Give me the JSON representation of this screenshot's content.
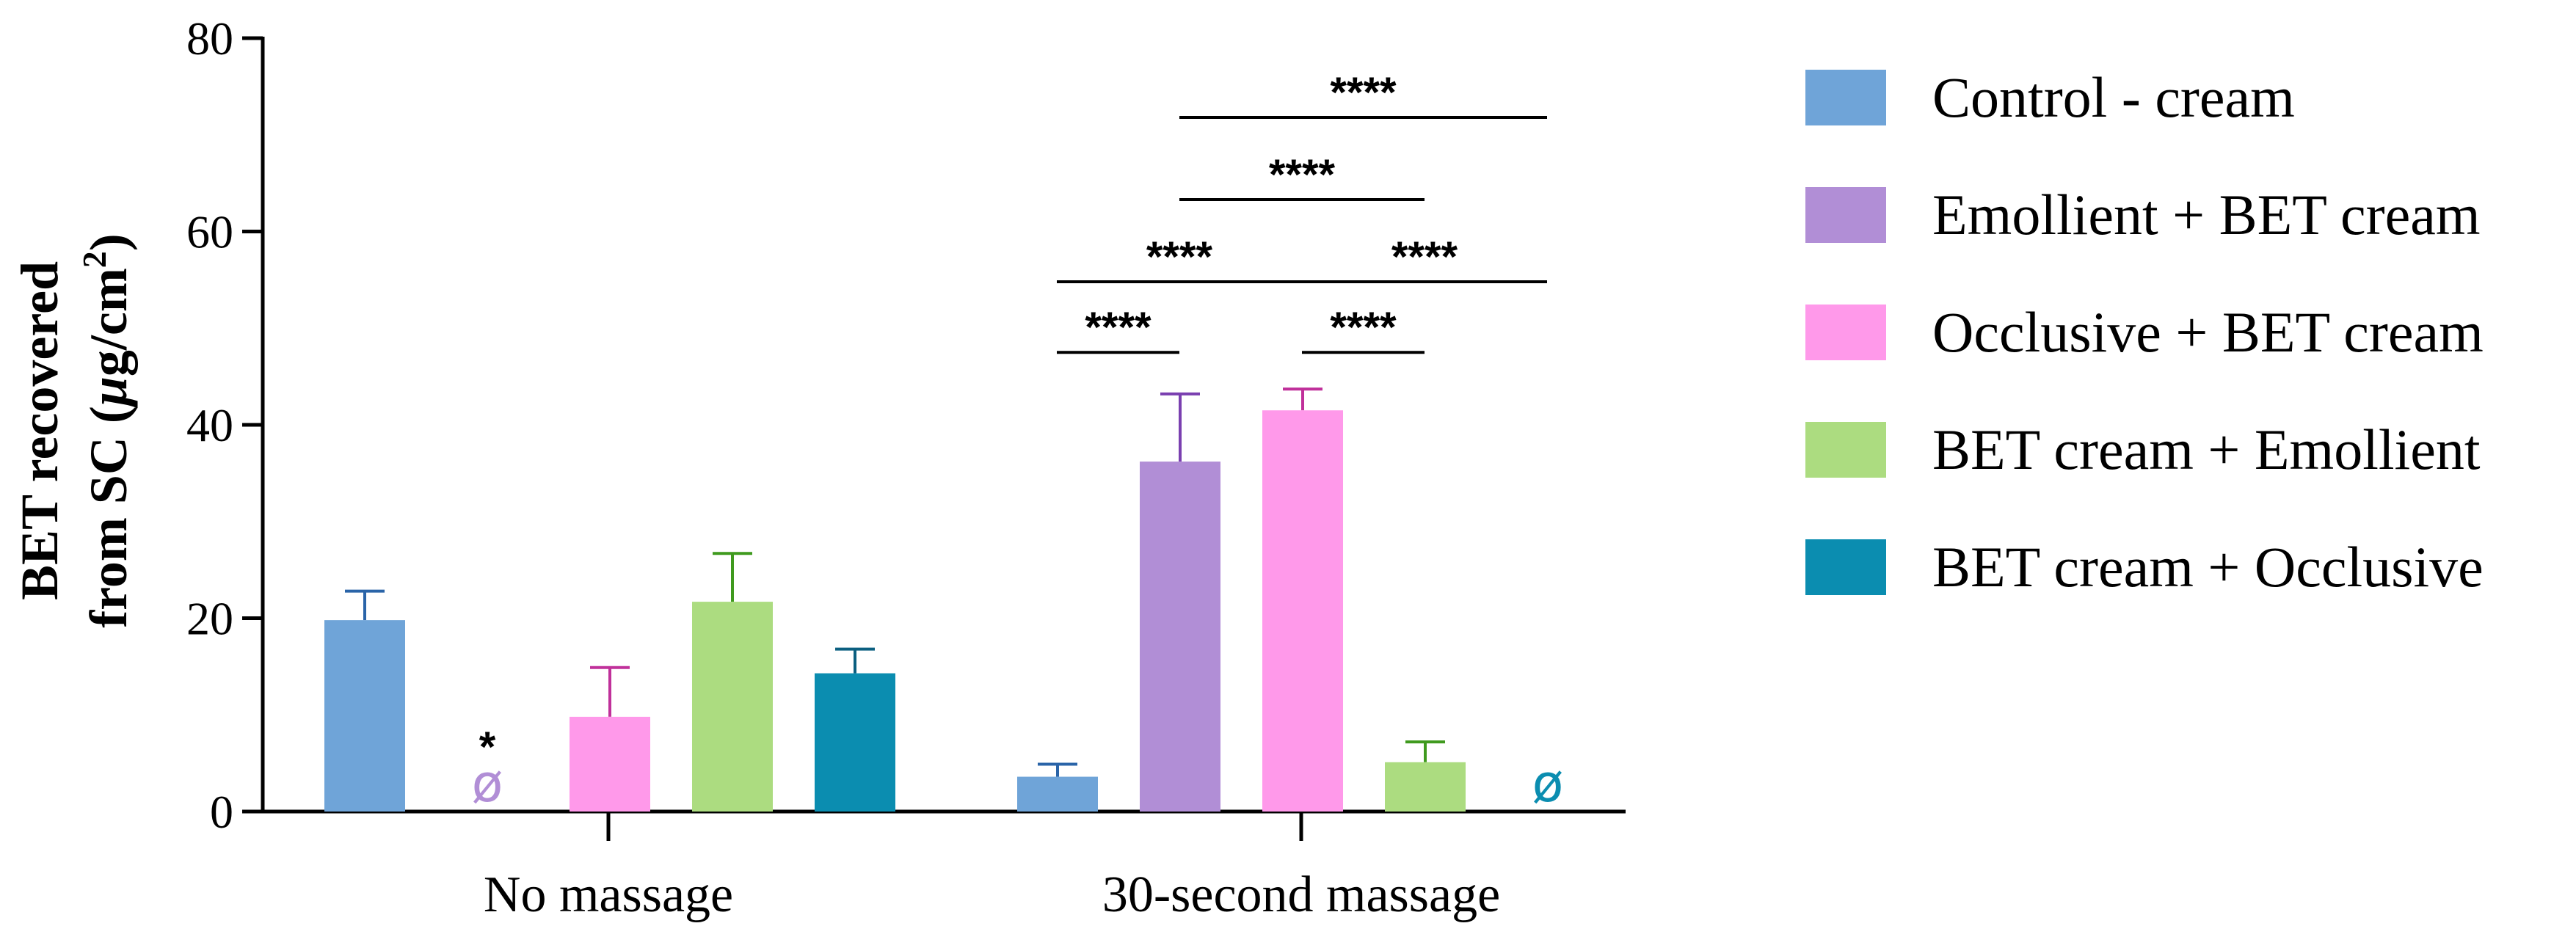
{
  "chart_data": {
    "type": "bar",
    "ylabel_line1": "BET recovered",
    "ylabel_line2_prefix": "from SC (",
    "ylabel_mu": "μ",
    "ylabel_unit": "g/cm",
    "ylabel_sup": "2",
    "ylabel_close": ")",
    "ylim": [
      0,
      80
    ],
    "yticks": [
      0,
      20,
      40,
      60,
      80
    ],
    "grid": false,
    "legend_position": "right",
    "categories": [
      "No massage",
      "30-second massage"
    ],
    "series": [
      {
        "name": "Control - cream",
        "color": "#6fa4d8",
        "error_color": "#2a64a8",
        "values": [
          19.8,
          3.6
        ],
        "errors": [
          3.0,
          1.3
        ],
        "null": [
          false,
          false
        ]
      },
      {
        "name": "Emollient + BET cream",
        "color": "#b18ed6",
        "error_color": "#7a3fb0",
        "values": [
          0,
          36.2
        ],
        "errors": [
          0,
          7.0
        ],
        "null": [
          true,
          false
        ]
      },
      {
        "name": "Occlusive + BET cream",
        "color": "#ff99ea",
        "error_color": "#c0309a",
        "values": [
          9.8,
          41.5
        ],
        "errors": [
          5.1,
          2.2
        ],
        "null": [
          false,
          false
        ]
      },
      {
        "name": "BET cream + Emollient",
        "color": "#acdc80",
        "error_color": "#3f9a1e",
        "values": [
          21.7,
          5.1
        ],
        "errors": [
          5.0,
          2.1
        ],
        "null": [
          false,
          false
        ]
      },
      {
        "name": "BET cream + Occlusive",
        "color": "#0b8db0",
        "error_color": "#0b5f80",
        "values": [
          14.3,
          0
        ],
        "errors": [
          2.5,
          0
        ],
        "null": [
          false,
          true
        ]
      }
    ],
    "null_symbol": "ø",
    "null_colors": [
      "#b18ed6",
      "#0b8db0"
    ],
    "annotations": [
      {
        "text": "*",
        "category": 0,
        "series": 1
      }
    ],
    "significance": [
      {
        "text": "****",
        "category": 1,
        "from": 0,
        "to": 1,
        "y": 47.5
      },
      {
        "text": "****",
        "category": 1,
        "from": 0,
        "to": 2,
        "y": 54.8
      },
      {
        "text": "****",
        "category": 1,
        "from": 1,
        "to": 3,
        "y": 63.3
      },
      {
        "text": "****",
        "category": 1,
        "from": 1,
        "to": 4,
        "y": 71.8
      },
      {
        "text": "****",
        "category": 1,
        "from": 2,
        "to": 3,
        "y": 47.5
      },
      {
        "text": "****",
        "category": 1,
        "from": 2,
        "to": 4,
        "y": 54.8
      }
    ]
  }
}
